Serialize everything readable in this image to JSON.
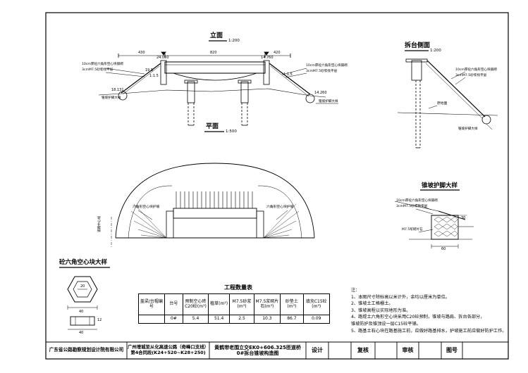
{
  "elevation": {
    "title": "立面",
    "scale": "1:200"
  },
  "plan": {
    "title": "平面",
    "scale": "1:500"
  },
  "side": {
    "title": "拆台侧面",
    "scale": "1:200"
  },
  "detail": {
    "title": "锥坡护脚大样"
  },
  "hex": {
    "title": "砼六角空心块大样"
  },
  "qty_title": "工程数量表",
  "qty_table": {
    "headers": [
      "盖梁/台帽编号",
      "台号",
      "预制空心砖C20砼(m³)",
      "植草(m²)",
      "M7.5砂浆(m³)",
      "M7.5浆砌片石(m³)",
      "砂垫土(m³)",
      "填充C15砼(m³)"
    ],
    "row": [
      "",
      "0#",
      "5.4",
      "51.4",
      "2.5",
      "10.3",
      "86.7",
      "0.09"
    ]
  },
  "notes_title": "注：",
  "notes": [
    "1、本图尺寸除标高以米计外，余均以厘米为单位。",
    "2、锥坡土工格栅土。",
    "3、锥坡高程以实际地形为准。",
    "4、路堤土六角形空心块采用C20砼预制，锥坡与路肩、拆台各部分，",
    "   锥坡防护及锥顶设一层C15砼平铺。",
    "5、路基土石心块在路基施工前，应做好路基排水，护坡施工前应做好防护工作。"
  ],
  "title_block": {
    "company": "广东省公路勘察规划设计院有限公司",
    "project_line1": "广州增城至从化高速公路（奇峰口支线）",
    "project_line2": "第4合同段(K24+520~K28+250)",
    "drawing_line1": "黄鹤带老围立交EK0+606.325匝道桥",
    "drawing_line2": "0#拆台锥坡构造图",
    "design": "设计",
    "review": "复核",
    "approve": "审核",
    "drawing_no": "图号"
  },
  "dims": {
    "span_total": "820",
    "left_span": "430",
    "right_span": "420",
    "bank_height": "19.5",
    "elev_left_top": "24.060",
    "elev_right_top": "14.760",
    "elev_left_toe": "18.131",
    "elev_right_toe": "14.260",
    "ratio": "1:1.5",
    "cell_inner": "20",
    "cell_outer": "40",
    "cell_depth": "12",
    "detail_w1": "30",
    "detail_w2": "60"
  },
  "elev_annotations": {
    "left_upper": "10cm厚砼六角形空心块铺砌",
    "left_lower": "3cmM7.5砂浆找平层",
    "left_foot": "锥坡护脚大样",
    "right_upper": "10cm厚砼六角形空心块铺砌",
    "right_lower": "3cmM7.5砂浆找平层",
    "right_foot": "锥坡护脚大样"
  },
  "plan_annotations": {
    "left": "六角形空心块护坡",
    "right": "六角形空心块护坡",
    "axis": "道路中心线"
  },
  "side_annotations": {
    "upper": "10cm厚砼六角形空心块铺砌",
    "lower": "3cmM7.5砂浆找平层",
    "ground": "原地面",
    "foot": "锥坡护脚大样"
  },
  "detail_annotations": {
    "upper": "10cm厚砼六角形空心块铺砌",
    "lower": "3cmM7.5砂浆找平层",
    "base": "M7.5浆砌片石"
  }
}
